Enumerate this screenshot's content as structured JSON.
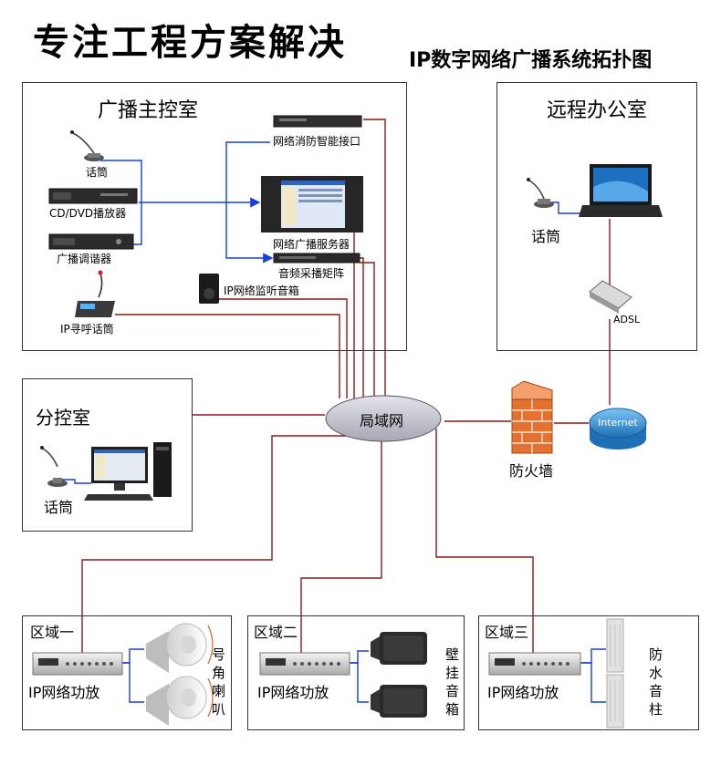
{
  "title": "专注工程方案解决",
  "subtitle": "IP数字网络广播系统拓扑图",
  "rooms": {
    "main": {
      "title": "广播主控室",
      "devices": {
        "mic": "话筒",
        "cd_player": "CD/DVD播放器",
        "tuner": "广播调谐器",
        "ip_paging_mic": "IP寻呼话筒",
        "fire_interface": "网络消防智能接口",
        "server": "网络广播服务器",
        "matrix": "音频采播矩阵",
        "monitor_speaker": "IP网络监听音箱"
      }
    },
    "remote": {
      "title": "远程办公室",
      "mic": "话筒",
      "adsl": "ADSL"
    },
    "sub": {
      "title": "分控室",
      "mic": "话筒"
    }
  },
  "network": {
    "lan": "局域网",
    "internet": "Internet",
    "firewall": "防火墙"
  },
  "zones": [
    {
      "title": "区域一",
      "amp": "IP网络功放",
      "speaker": "号角喇叭"
    },
    {
      "title": "区域二",
      "amp": "IP网络功放",
      "speaker": "壁挂音箱"
    },
    {
      "title": "区域三",
      "amp": "IP网络功放",
      "speaker": "防水音柱"
    }
  ],
  "colors": {
    "blue_link": "#1a3fd6",
    "red_link": "#8b1a1a",
    "firewall": "#d9622b",
    "internet": "#2a8fd6",
    "lan": "#c9c9d4"
  }
}
